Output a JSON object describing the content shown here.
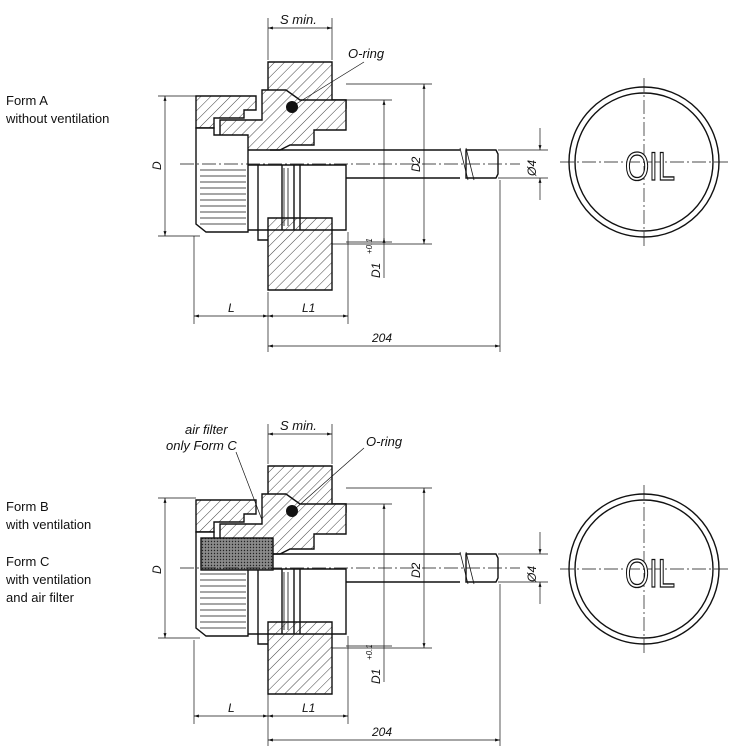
{
  "forms": {
    "a": {
      "line1": "Form A",
      "line2": "without ventilation"
    },
    "b": {
      "line1": "Form B",
      "line2": "with ventilation"
    },
    "c": {
      "line1": "Form C",
      "line2": "with ventilation",
      "line3": "and air filter"
    }
  },
  "dimensions": {
    "s_min": "S min.",
    "o_ring": "O-ring",
    "air_filter_1": "air filter",
    "air_filter_2": "only Form C",
    "d": "D",
    "d1": "D1",
    "d1_tol": "+0.1",
    "d2": "D2",
    "dia4": "Ø4",
    "l": "L",
    "l1": "L1",
    "length_204": "204"
  },
  "cap_text": "OIL"
}
